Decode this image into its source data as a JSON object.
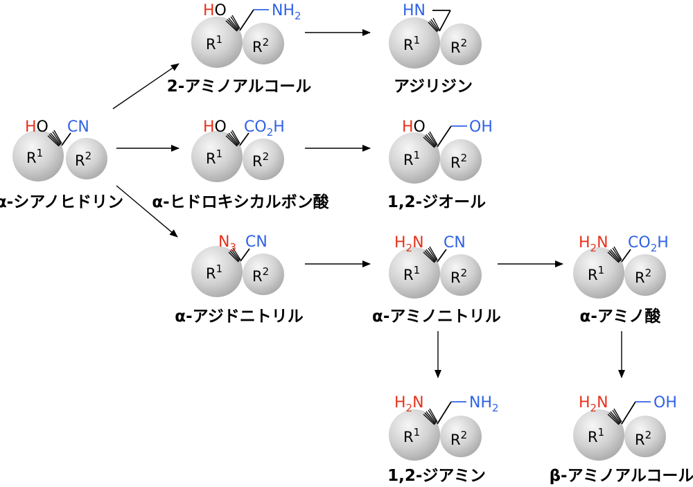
{
  "colors": {
    "red": "#e8311b",
    "blue": "#2f62e6",
    "ball_light": "#f2f2f2",
    "ball_dark": "#a8a8a8"
  },
  "ring_labels": {
    "r1": "R",
    "r1_sup": "1",
    "r2": "R",
    "r2_sup": "2"
  },
  "compounds": {
    "cyanohydrin": {
      "name": "α-シアノヒドリン",
      "top_left": "HO",
      "top_left_h": "H",
      "top_left_o": "O",
      "top_right": "CN"
    },
    "aminoalcohol": {
      "name": "2-アミノアルコール",
      "top_left_h": "H",
      "top_left_o": "O",
      "top_right": "NH",
      "top_right_sub": "2"
    },
    "aziridine": {
      "name": "アジリジン",
      "top_left": "HN"
    },
    "hydroxyacid": {
      "name": "α-ヒドロキシカルボン酸",
      "top_left_h": "H",
      "top_left_o": "O",
      "top_right": "CO",
      "top_right_sub": "2",
      "top_right_tail": "H"
    },
    "diol": {
      "name": "1,2-ジオール",
      "top_left_h": "H",
      "top_left_o": "O",
      "top_right": "OH"
    },
    "azidonitrile": {
      "name": "α-アジドニトリル",
      "top_left": "N",
      "top_left_sub": "3",
      "top_right": "CN"
    },
    "aminonitrile": {
      "name": "α-アミノニトリル",
      "top_left": "H",
      "top_left_sub": "2",
      "top_left_tail": "N",
      "top_right": "CN"
    },
    "aminoacid": {
      "name": "α-アミノ酸",
      "top_left": "H",
      "top_left_sub": "2",
      "top_left_tail": "N",
      "top_right": "CO",
      "top_right_sub": "2",
      "top_right_tail": "H"
    },
    "diamine": {
      "name": "1,2-ジアミン",
      "top_left": "H",
      "top_left_sub": "2",
      "top_left_tail": "N",
      "top_right": "NH",
      "top_right_sub": "2"
    },
    "betaaminoalc": {
      "name": "β-アミノアルコール",
      "top_left": "H",
      "top_left_sub": "2",
      "top_left_tail": "N",
      "top_right": "OH"
    }
  }
}
